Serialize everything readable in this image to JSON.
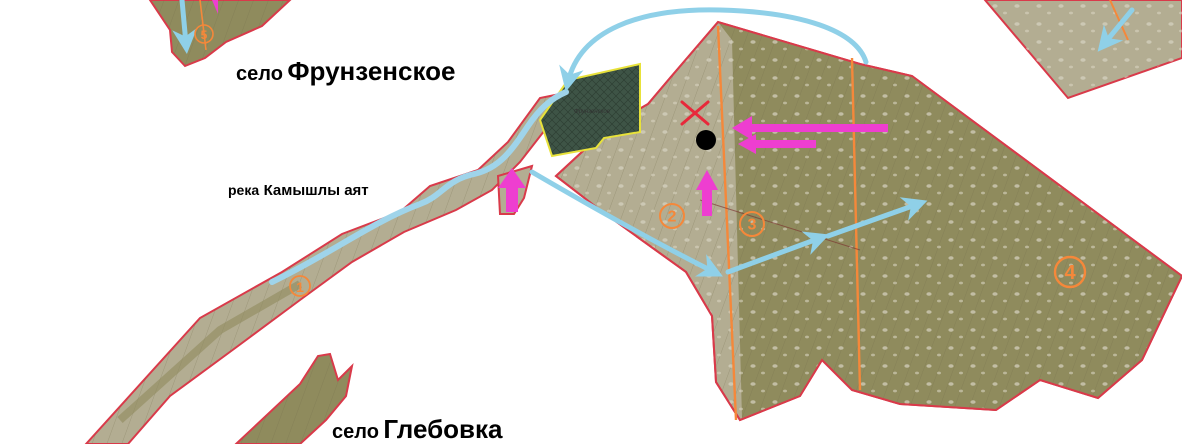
{
  "labels": {
    "frunzenskoe": {
      "prefix": "село",
      "name": "Фрунзенское"
    },
    "river": {
      "prefix": "река",
      "name": "Камышлы аят"
    },
    "glebovka": {
      "prefix": "село",
      "name": "Глебовка"
    },
    "map_inner_name": "Фрунзенское"
  },
  "zones": [
    {
      "number": "1"
    },
    {
      "number": "2"
    },
    {
      "number": "3"
    },
    {
      "number": "4"
    },
    {
      "number": "5"
    }
  ],
  "colors": {
    "land_light": "#b3ad92",
    "land_olive": "#8f8b5d",
    "village_fill": "#3e5446",
    "boundary": "#d93a4a",
    "zone_line": "#f5883a",
    "river": "#9fd4ea",
    "flow_arrow": "#8fd0e8",
    "pink_arrow": "#ee3ed0",
    "marker": "#000000",
    "cross": "#e8283a"
  },
  "icons": [
    "cross-mark-icon",
    "point-marker-icon",
    "pink-arrow-icon",
    "flow-arrow-icon"
  ]
}
